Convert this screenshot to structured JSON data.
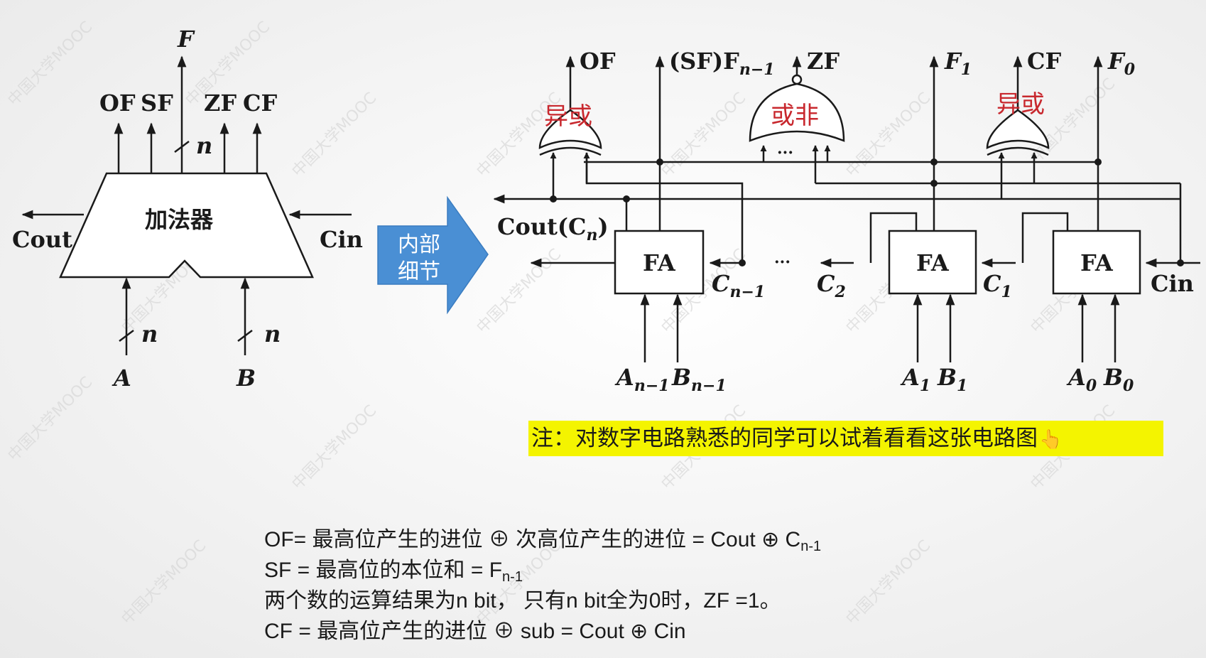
{
  "left_block": {
    "title": "加法器",
    "output_F": "F",
    "flags": [
      "OF",
      "SF",
      "ZF",
      "CF"
    ],
    "cout": "Cout",
    "cin": "Cin",
    "input_A": "A",
    "input_B": "B",
    "bus_width": "n"
  },
  "arrow_label": [
    "内部",
    "细节"
  ],
  "circuit": {
    "outputs": {
      "of": "OF",
      "sf": "(SF)F",
      "sf_sub": "n−1",
      "zf": "ZF",
      "f1": "F",
      "f1_sub": "1",
      "cf": "CF",
      "f0": "F",
      "f0_sub": "0"
    },
    "gates": {
      "xor_left": "异或",
      "nor": "或非",
      "xor_right": "异或",
      "nor_dots": "···"
    },
    "fa_label": "FA",
    "cout_label": "Cout(C",
    "cout_sub": "n",
    "cout_close": ")",
    "carries": {
      "c_n1": "C",
      "c_n1_sub": "n−1",
      "c2": "C",
      "c2_sub": "2",
      "c1": "C",
      "c1_sub": "1",
      "cin": "Cin",
      "dots": "···"
    },
    "inputs": {
      "a_n1": "A",
      "a_n1_sub": "n−1",
      "b_n1": "B",
      "b_n1_sub": "n−1",
      "a1": "A",
      "a1_sub": "1",
      "b1": "B",
      "b1_sub": "1",
      "a0": "A",
      "a0_sub": "0",
      "b0": "B",
      "b0_sub": "0"
    }
  },
  "note": {
    "text": "注：对数字电路熟悉的同学可以试着看看这张电路图",
    "icon": "pointing-hand-icon"
  },
  "formulas": {
    "of": {
      "pre": "OF= 最高位产生的进位 ⊕ 次高位产生的进位 = Cout ⊕ C",
      "sub": "n-1"
    },
    "sf": {
      "pre": "SF = 最高位的本位和 = F",
      "sub": "n-1"
    },
    "zf": {
      "text": "两个数的运算结果为n bit， 只有n bit全为0时，ZF =1。"
    },
    "cf": {
      "text": "CF = 最高位产生的进位 ⊕ sub = Cout ⊕ Cin"
    }
  },
  "watermark": "中国大学MOOC",
  "colors": {
    "arrow_blue": "#4a8fd4",
    "highlight_yellow": "#f4f400",
    "gate_label_red": "#c8282e"
  }
}
